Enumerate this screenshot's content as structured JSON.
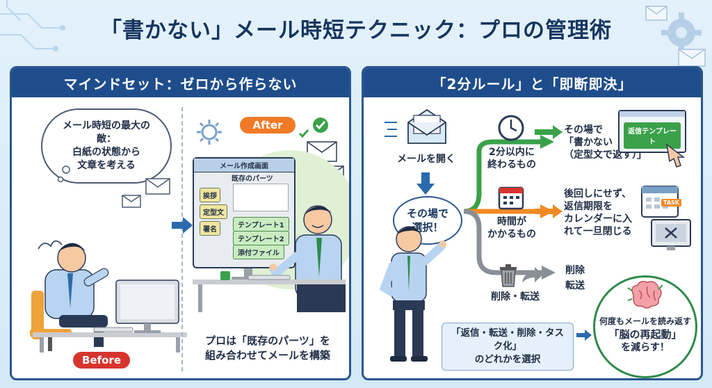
{
  "title": "「書かない」メール時短テクニック：プロの管理術",
  "left": {
    "header": "マインドセット：ゼロから作らない",
    "thought": [
      "メール時短の最大の敵：",
      "白紙の状態から",
      "文章を考える"
    ],
    "after_badge": "After",
    "before_badge": "Before",
    "screen": {
      "window_title": "メール作成画面",
      "parts_title": "既存のパーツ",
      "tags": [
        "挨拶",
        "定型文",
        "署名"
      ],
      "templates": [
        "テンプレート1",
        "テンプレート2",
        "添付ファイル"
      ]
    },
    "caption_lines": [
      "プロは「既存のパーツ」を",
      "組み合わせてメールを構築"
    ]
  },
  "right": {
    "header": "「2分ルール」と「即断即決」",
    "open_mail": "メールを開く",
    "decide_lines": [
      "その場で",
      "選択！"
    ],
    "branches": {
      "fast": {
        "label": [
          "2分以内に",
          "終わるもの"
        ],
        "result": [
          "その場で",
          "「書かない",
          "（定型文で返す）」"
        ],
        "template_btn": "返信テンプレート"
      },
      "slow": {
        "label": [
          "時間が",
          "かかるもの"
        ],
        "result": [
          "後回しにせず、",
          "返信期限を",
          "カレンダーに入",
          "れて一旦閉じる"
        ],
        "task_tag": "TASK"
      },
      "trash": {
        "label": "削除・転送",
        "result": [
          "削除",
          "転送"
        ]
      }
    },
    "select_box": [
      "「返信・転送・削除・タスク化」",
      "のどれかを選択"
    ],
    "brain_text": [
      "何度もメールを読み返す",
      "「脳の再起動」",
      "を減らす！"
    ]
  },
  "colors": {
    "navy": "#1f4d8c",
    "green": "#3aa14a",
    "orange": "#f08a24",
    "gray": "#8a8f96",
    "after": "#f07a26",
    "before": "#d8342e"
  }
}
